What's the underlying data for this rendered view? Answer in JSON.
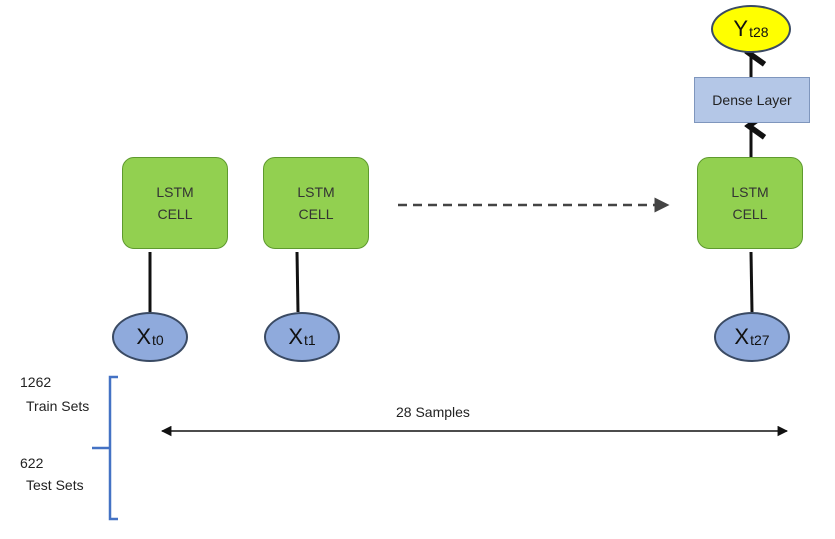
{
  "lstm_cells": [
    {
      "line1": "LSTM",
      "line2": "CELL"
    },
    {
      "line1": "LSTM",
      "line2": "CELL"
    },
    {
      "line1": "LSTM",
      "line2": "CELL"
    }
  ],
  "inputs": [
    {
      "main": "X",
      "sub": "t0"
    },
    {
      "main": "X",
      "sub": "t1"
    },
    {
      "main": "X",
      "sub": "t27"
    }
  ],
  "dense_layer": {
    "label": "Dense Layer"
  },
  "output": {
    "main": "Y",
    "sub": "t28"
  },
  "samples_label": "28 Samples",
  "train": {
    "count": "1262",
    "label": "Train Sets"
  },
  "test": {
    "count": "622",
    "label": "Test Sets"
  },
  "colors": {
    "lstm_fill": "#92d050",
    "input_fill": "#8faadc",
    "output_fill": "#ffff00",
    "dense_fill": "#b4c7e7",
    "bracket": "#4472c4"
  }
}
